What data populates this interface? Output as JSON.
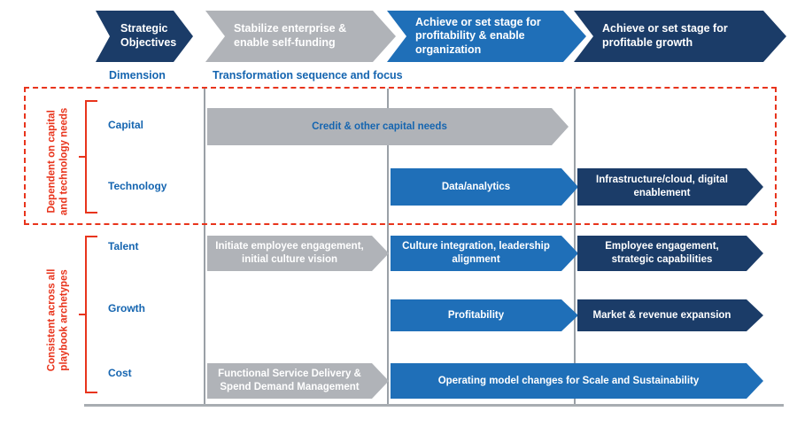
{
  "colors": {
    "navy": "#1B3C68",
    "blue": "#1F6FB8",
    "gray": "#B0B3B8",
    "red": "#E8341C",
    "label_blue": "#1565B0",
    "divider": "#9aa0a6",
    "white": "#FFFFFF"
  },
  "header": {
    "chevrons": [
      {
        "label": "Strategic\nObjectives",
        "color": "navy",
        "text_color": "white"
      },
      {
        "label": "Stabilize enterprise &\nenable  self-funding",
        "color": "gray",
        "text_color": "white"
      },
      {
        "label": "Achieve or set stage for\nprofitability & enable\norganization",
        "color": "blue",
        "text_color": "white"
      },
      {
        "label": "Achieve or set stage for\nprofitable growth",
        "color": "navy",
        "text_color": "white"
      }
    ],
    "captions": [
      {
        "text": "Dimension"
      },
      {
        "text": "Transformation sequence and focus"
      }
    ]
  },
  "groups": [
    {
      "label": "Dependent on capital\nand technology needs"
    },
    {
      "label": "Consistent across all\nplaybook archetypes"
    }
  ],
  "rows": [
    {
      "label": "Capital",
      "items": [
        {
          "text": "Credit & other capital needs",
          "color": "gray",
          "text_color": "label_blue",
          "col_start": 1,
          "col_span": 2
        }
      ]
    },
    {
      "label": "Technology",
      "items": [
        {
          "text": "Data/analytics",
          "color": "blue",
          "text_color": "white",
          "col_start": 2,
          "col_span": 1
        },
        {
          "text": "Infrastructure/cloud, digital\nenablement",
          "color": "navy",
          "text_color": "white",
          "col_start": 3,
          "col_span": 1
        }
      ]
    },
    {
      "label": "Talent",
      "items": [
        {
          "text": "Initiate employee engagement,\ninitial culture vision",
          "color": "gray",
          "text_color": "white",
          "col_start": 1,
          "col_span": 1
        },
        {
          "text": "Culture integration, leadership\nalignment",
          "color": "blue",
          "text_color": "white",
          "col_start": 2,
          "col_span": 1
        },
        {
          "text": "Employee engagement,\nstrategic capabilities",
          "color": "navy",
          "text_color": "white",
          "col_start": 3,
          "col_span": 1
        }
      ]
    },
    {
      "label": "Growth",
      "items": [
        {
          "text": "Profitability",
          "color": "blue",
          "text_color": "white",
          "col_start": 2,
          "col_span": 1
        },
        {
          "text": "Market & revenue expansion",
          "color": "navy",
          "text_color": "white",
          "col_start": 3,
          "col_span": 1
        }
      ]
    },
    {
      "label": "Cost",
      "items": [
        {
          "text": "Functional Service Delivery &\nSpend Demand Management",
          "color": "gray",
          "text_color": "white",
          "col_start": 1,
          "col_span": 1
        },
        {
          "text": "Operating model changes for Scale and Sustainability",
          "color": "blue",
          "text_color": "white",
          "col_start": 2,
          "col_span": 2
        }
      ]
    }
  ]
}
